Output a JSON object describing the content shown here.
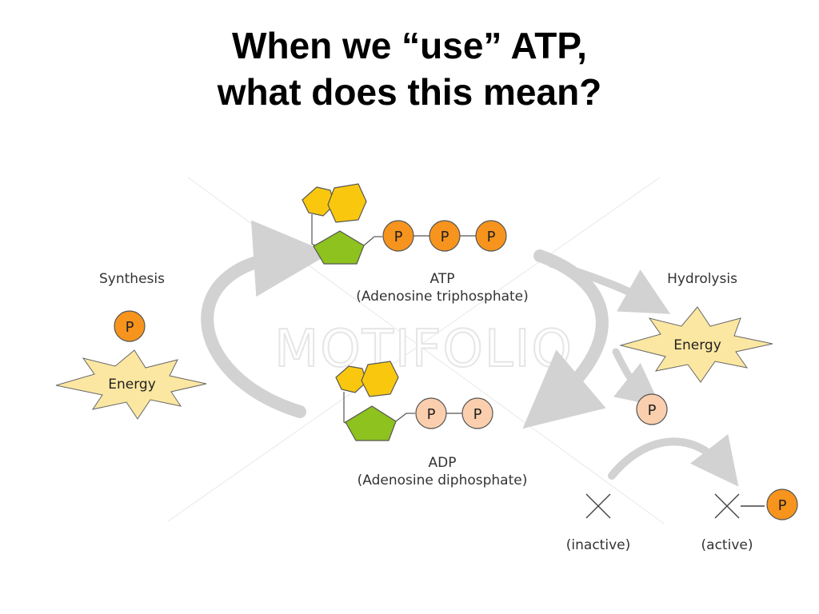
{
  "slide": {
    "title_line1": "When we “use” ATP,",
    "title_line2": "what does this mean?"
  },
  "diagram": {
    "watermark": "MOTIFOLIO",
    "synthesis_label": "Synthesis",
    "hydrolysis_label": "Hydrolysis",
    "energy_label": "Energy",
    "phosphate_label": "P",
    "atp": {
      "name": "ATP",
      "full_name": "(Adenosine triphosphate)"
    },
    "adp": {
      "name": "ADP",
      "full_name": "(Adenosine diphosphate)"
    },
    "inactive_label": "(inactive)",
    "active_label": "(active)",
    "colors": {
      "phosphate_orange": "#f7941d",
      "phosphate_light": "#fbcfae",
      "ribose_green": "#8dc21f",
      "base_yellow": "#f9c80e",
      "energy_burst": "#fbe7a1",
      "arrow_grey": "#cfcfcf"
    }
  }
}
